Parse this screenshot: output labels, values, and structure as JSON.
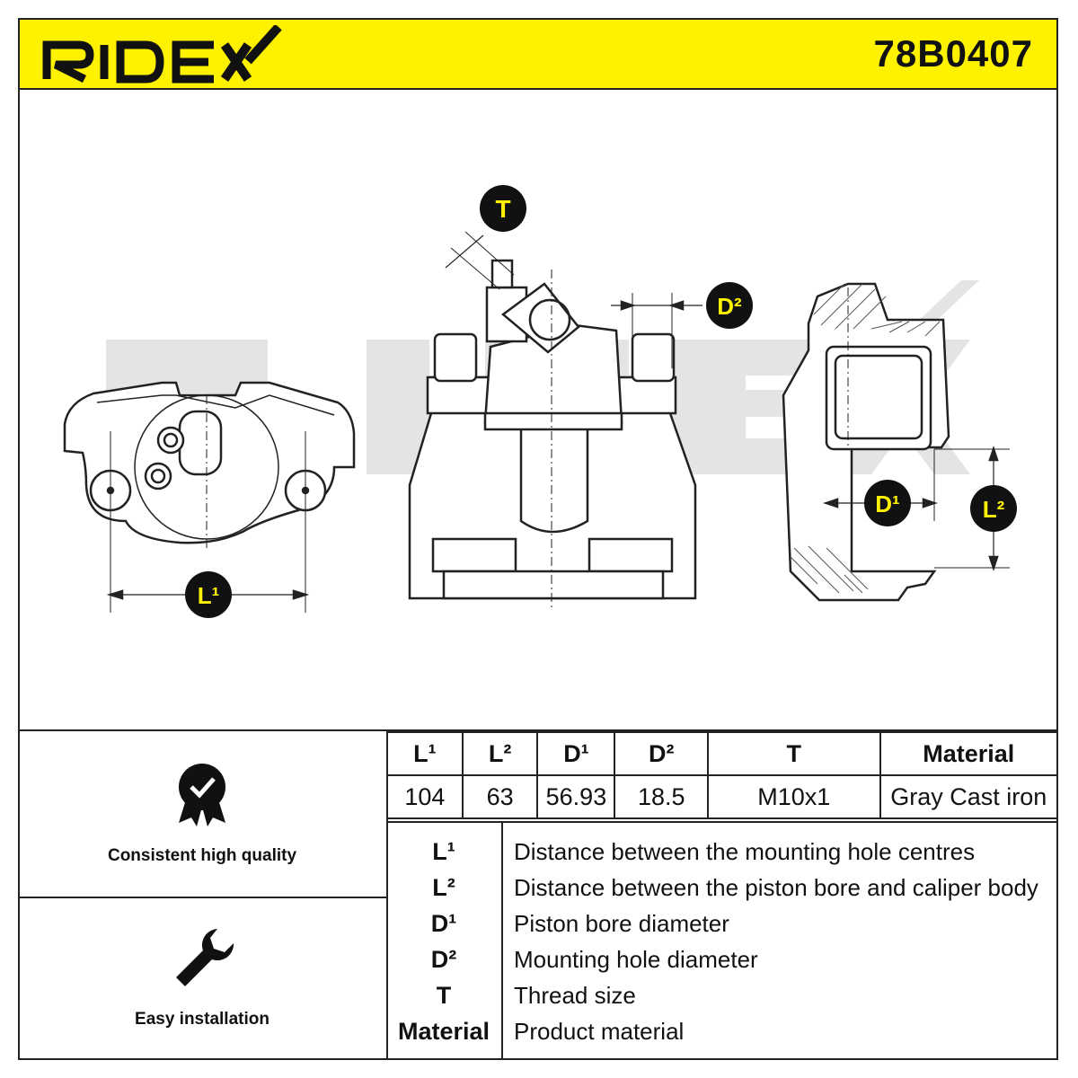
{
  "brand": "RIDEX",
  "part_number": "78B0407",
  "watermark": "RIDEX",
  "dimension_badges": {
    "t": "T",
    "d2": "D²",
    "d1": "D¹",
    "l1": "L¹",
    "l2": "L²"
  },
  "features": [
    {
      "label": "Consistent high quality",
      "icon": "quality-badge-icon"
    },
    {
      "label": "Easy installation",
      "icon": "wrench-icon"
    }
  ],
  "specs": {
    "headers": [
      "L¹",
      "L²",
      "D¹",
      "D²",
      "T",
      "Material"
    ],
    "values": [
      "104",
      "63",
      "56.93",
      "18.5",
      "M10x1",
      "Gray Cast iron"
    ]
  },
  "legend": [
    {
      "key": "L¹",
      "desc": "Distance between the mounting hole centres"
    },
    {
      "key": "L²",
      "desc": "Distance between the piston bore and caliper body"
    },
    {
      "key": "D¹",
      "desc": "Piston bore diameter"
    },
    {
      "key": "D²",
      "desc": "Mounting hole diameter"
    },
    {
      "key": "T",
      "desc": "Thread size"
    },
    {
      "key": "Material",
      "desc": "Product material"
    }
  ],
  "colors": {
    "header_bg": "#fff200",
    "badge_bg": "#111111",
    "badge_text": "#fff200"
  }
}
